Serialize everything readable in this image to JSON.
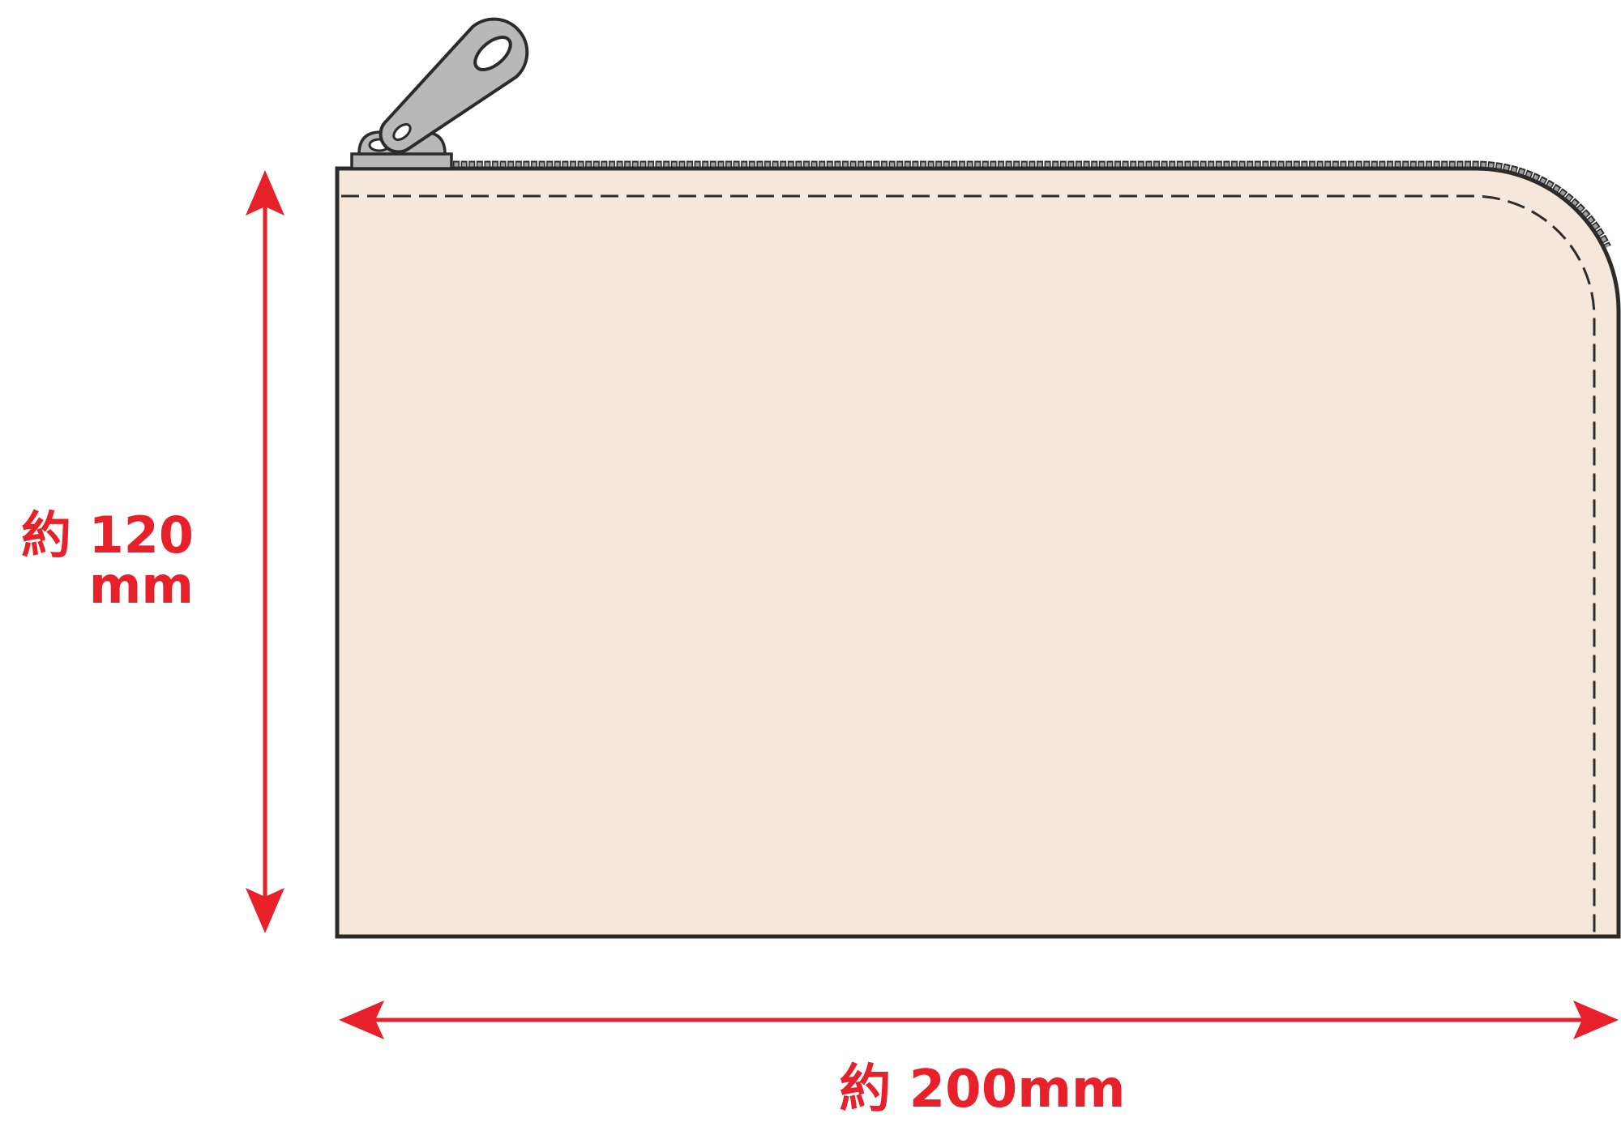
{
  "labels": {
    "height": {
      "line1": "約 120",
      "line2": "mm"
    },
    "width": "約 200mm"
  },
  "colors": {
    "dimension": "#E8202A",
    "pouch_fill": "#F5E7DA",
    "outline": "#2B2B2B",
    "zipper_metal": "#B8B8B8",
    "zipper_teeth": "#9E9E9E"
  }
}
